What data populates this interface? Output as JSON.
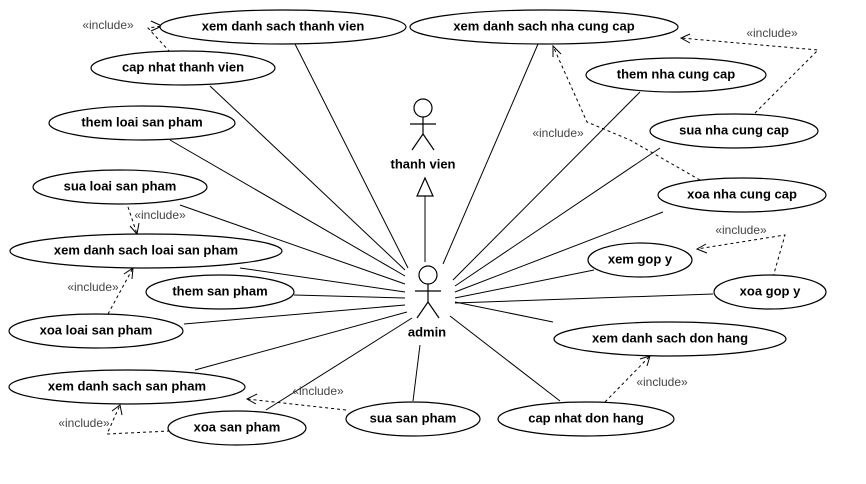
{
  "actors": {
    "admin": "admin",
    "thanh_vien": "thanh vien"
  },
  "use_cases": {
    "xem_ds_thanh_vien": "xem danh sach thanh vien",
    "cap_nhat_thanh_vien": "cap nhat thanh vien",
    "them_loai_sp": "them loai san pham",
    "sua_loai_sp": "sua loai san pham",
    "xem_ds_loai_sp": "xem danh sach loai san pham",
    "them_sp": "them san pham",
    "xoa_loai_sp": "xoa loai san pham",
    "xem_ds_sp": "xem danh sach san pham",
    "xoa_sp": "xoa san pham",
    "sua_sp": "sua san pham",
    "cap_nhat_don_hang": "cap nhat don hang",
    "xem_ds_don_hang": "xem danh sach don hang",
    "xoa_gop_y": "xoa gop y",
    "xem_gop_y": "xem gop y",
    "xoa_ncc": "xoa nha cung cap",
    "sua_ncc": "sua nha cung cap",
    "them_ncc": "them nha cung cap",
    "xem_ds_ncc": "xem danh sach nha cung cap"
  },
  "stereotype": "«include»"
}
